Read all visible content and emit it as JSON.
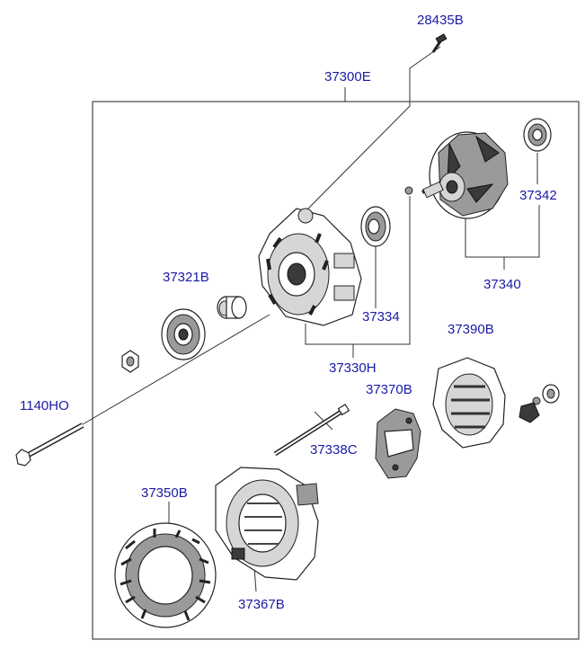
{
  "labels": {
    "p28435B": "28435B",
    "p37300E": "37300E",
    "p37342": "37342",
    "p37340": "37340",
    "p37321B": "37321B",
    "p37334": "37334",
    "p37390B": "37390B",
    "p37330H": "37330H",
    "p37370B": "37370B",
    "p1140HO": "1140HO",
    "p37338C": "37338C",
    "p37350B": "37350B",
    "p37367B": "37367B"
  },
  "colors": {
    "label_text": "#1a1aa6",
    "line_art": "#222222",
    "background": "#ffffff"
  }
}
